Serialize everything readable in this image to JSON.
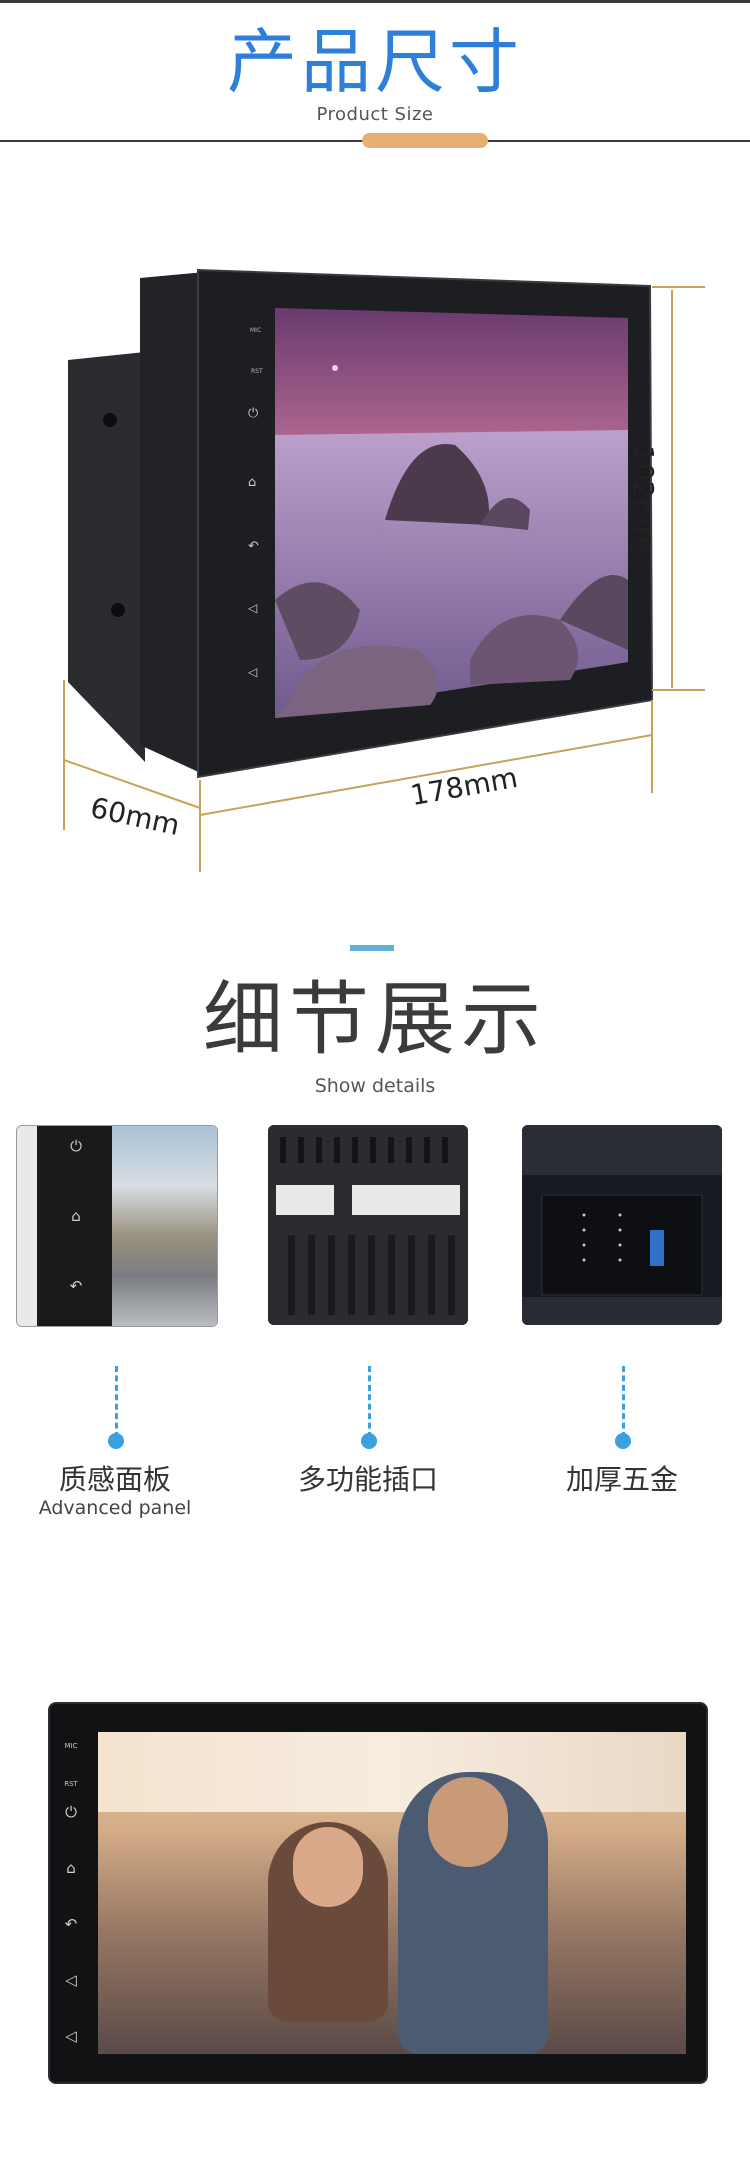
{
  "header": {
    "title_cn": "产品尺寸",
    "title_en": "Product Size"
  },
  "dimensions": {
    "height": "102mm",
    "width": "178mm",
    "depth": "60mm"
  },
  "device_labels": {
    "mic": "MIC",
    "rst": "RST"
  },
  "details": {
    "title_cn": "细节展示",
    "title_en": "Show details",
    "items": [
      {
        "label_cn": "质感面板",
        "label_en": "Advanced panel"
      },
      {
        "label_cn": "多功能插口",
        "label_en": ""
      },
      {
        "label_cn": "加厚五金",
        "label_en": ""
      }
    ]
  },
  "colors": {
    "title_blue": "#2e7fd9",
    "accent_gold": "#e6b072",
    "dimension_gold": "#c9a25a",
    "connector_blue": "#3aa0e0"
  },
  "icons": [
    "power-icon",
    "home-icon",
    "back-icon",
    "volume-up-icon",
    "volume-down-icon"
  ]
}
